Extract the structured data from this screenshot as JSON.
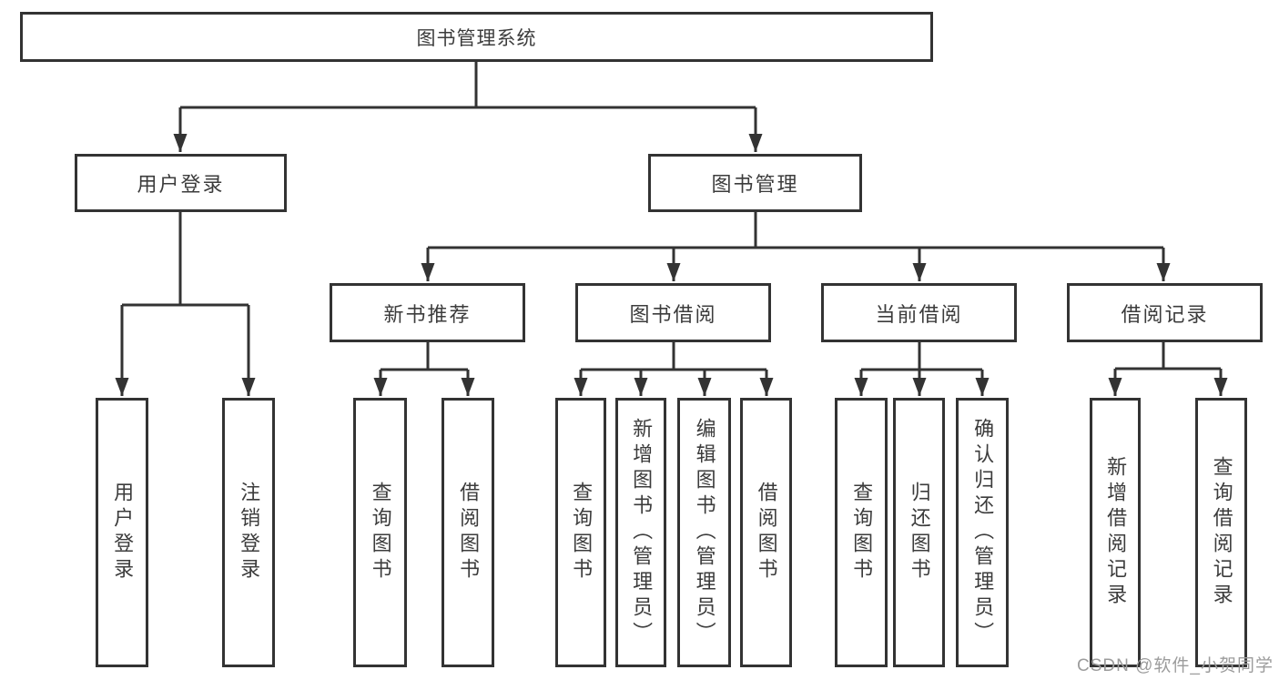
{
  "tree": {
    "label": "图书管理系统",
    "children": [
      {
        "label": "用户登录",
        "children": [
          {
            "label": "用户登录"
          },
          {
            "label": "注销登录"
          }
        ]
      },
      {
        "label": "图书管理",
        "children": [
          {
            "label": "新书推荐",
            "children": [
              {
                "label": "查询图书"
              },
              {
                "label": "借阅图书"
              }
            ]
          },
          {
            "label": "图书借阅",
            "children": [
              {
                "label": "查询图书"
              },
              {
                "label": "新增图书（管理员）"
              },
              {
                "label": "编辑图书（管理员）"
              },
              {
                "label": "借阅图书"
              }
            ]
          },
          {
            "label": "当前借阅",
            "children": [
              {
                "label": "查询图书"
              },
              {
                "label": "归还图书"
              },
              {
                "label": "确认归还（管理员）"
              }
            ]
          },
          {
            "label": "借阅记录",
            "children": [
              {
                "label": "新增借阅记录"
              },
              {
                "label": "查询借阅记录"
              }
            ]
          }
        ]
      }
    ]
  },
  "watermark": {
    "text": "CSDN @软件_小贺同学"
  },
  "colors": {
    "line": "#333333",
    "text": "#3c3c3c",
    "watermark": "#9c9c9c",
    "background": "#ffffff"
  }
}
